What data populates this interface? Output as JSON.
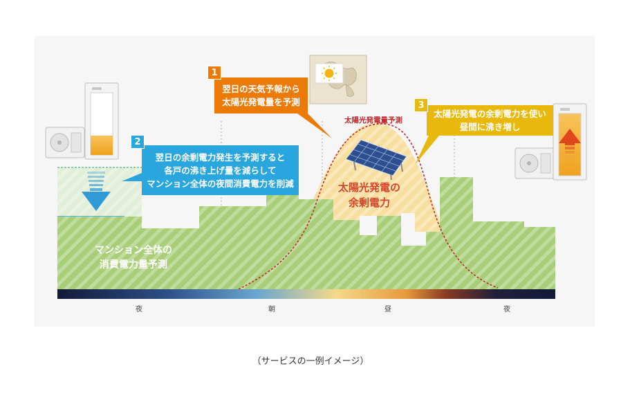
{
  "callout_1": {
    "number": "1",
    "line1": "翌日の天気予報から",
    "line2": "太陽光発電量を予測",
    "color": "#ec7a08"
  },
  "callout_2": {
    "number": "2",
    "line1": "翌日の余剰電力発生を予測すると",
    "line2": "各戸の沸き上げ量を減らして",
    "line3": "マンション全体の夜間消費電力を削減",
    "color": "#2aa6de"
  },
  "callout_3": {
    "number": "3",
    "line1": "太陽光発電の余剰電力を使い",
    "line2": "昼間に沸き増し",
    "color": "#e8b90c"
  },
  "solar_forecast_label": "太陽光発電量予測",
  "surplus_label": {
    "line1": "太陽光発電の",
    "line2": "余剰電力"
  },
  "consumption_label": {
    "line1": "マンション全体の",
    "line2": "消費電力量予測"
  },
  "time_labels": {
    "night_start": "夜",
    "morning": "朝",
    "noon": "昼",
    "night_end": "夜"
  },
  "caption": "（サービスの一例イメージ）",
  "colors": {
    "consumption": "#a8cf78",
    "surplus": "#f8dfa0",
    "reduced": "#e0eed8",
    "forecast_line": "#c0272d",
    "surplus_text": "#d2442b",
    "consumption_text": "#ffffff"
  },
  "icons": {
    "weather": "weather-map-icon",
    "solar": "solar-panel-icon",
    "heater": "water-heater-icon",
    "outdoor_unit": "outdoor-unit-icon",
    "down_arrow": "arrow-down-icon",
    "up_arrow": "arrow-up-icon"
  }
}
